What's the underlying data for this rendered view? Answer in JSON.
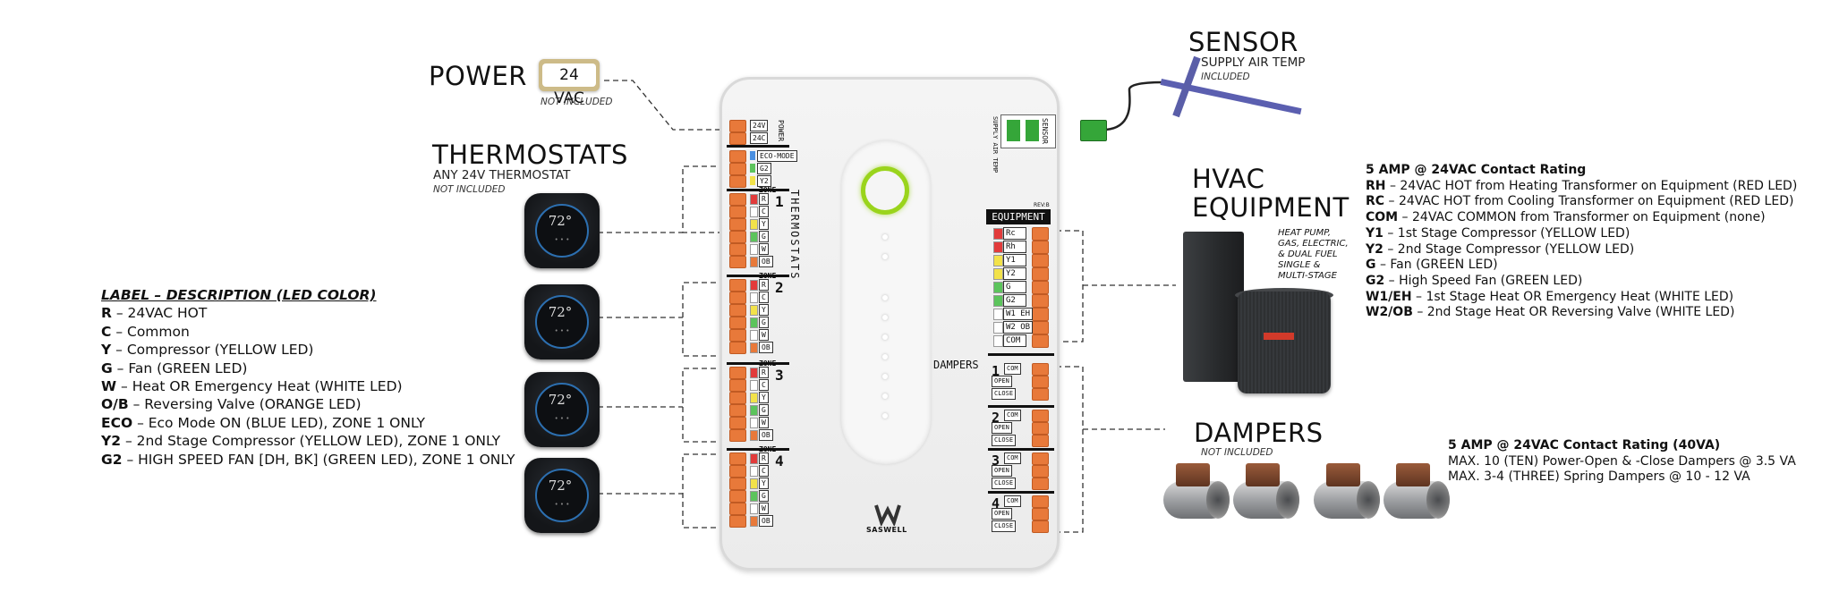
{
  "power": {
    "title": "POWER",
    "badge": "24 VAC",
    "note": "NOT INCLUDED"
  },
  "thermostats": {
    "title": "THERMOSTATS",
    "subtitle": "ANY 24V THERMOSTAT",
    "note": "NOT INCLUDED",
    "display_temp": "72°"
  },
  "sensor": {
    "title": "SENSOR",
    "subtitle": "SUPPLY AIR TEMP",
    "note": "INCLUDED",
    "board_label": "SUPPLY AIR TEMP",
    "board_label2": "SENSOR"
  },
  "hvac": {
    "title_line1": "HVAC",
    "title_line2": "EQUIPMENT",
    "desc_lines": [
      "HEAT PUMP,",
      "GAS, ELECTRIC,",
      "& DUAL FUEL",
      "SINGLE &",
      "MULTI-STAGE"
    ],
    "specs": [
      {
        "b": "5 AMP @ 24VAC Contact Rating",
        "t": ""
      },
      {
        "b": "RH",
        "t": " – 24VAC HOT from Heating Transformer on Equipment (RED LED)"
      },
      {
        "b": "RC",
        "t": " – 24VAC HOT from Cooling Transformer on Equipment (RED LED)"
      },
      {
        "b": "COM",
        "t": " – 24VAC COMMON from Transformer on Equipment (none)"
      },
      {
        "b": "Y1",
        "t": " – 1st Stage Compressor (YELLOW LED)"
      },
      {
        "b": "Y2",
        "t": " – 2nd Stage Compressor (YELLOW LED)"
      },
      {
        "b": "G",
        "t": " – Fan (GREEN LED)"
      },
      {
        "b": "G2",
        "t": " – High Speed Fan (GREEN LED)"
      },
      {
        "b": "W1/EH",
        "t": " – 1st Stage Heat OR Emergency Heat (WHITE LED)"
      },
      {
        "b": "W2/OB",
        "t": " – 2nd Stage Heat OR Reversing Valve (WHITE LED)"
      }
    ]
  },
  "dampers": {
    "title": "DAMPERS",
    "note": "NOT INCLUDED",
    "specs": [
      {
        "b": "5 AMP @ 24VAC Contact Rating (40VA)",
        "t": ""
      },
      {
        "b": "",
        "t": "MAX. 10 (TEN) Power-Open & -Close Dampers @ 3.5 VA"
      },
      {
        "b": "",
        "t": "MAX. 3-4 (THREE) Spring Dampers @ 10 - 12 VA"
      }
    ]
  },
  "legend": {
    "header": "LABEL – DESCRIPTION (LED COLOR)",
    "rows": [
      {
        "b": "R",
        "t": " – 24VAC HOT"
      },
      {
        "b": "C",
        "t": " – Common"
      },
      {
        "b": "Y",
        "t": " – Compressor (YELLOW LED)"
      },
      {
        "b": "G",
        "t": " – Fan (GREEN LED)"
      },
      {
        "b": "W",
        "t": " – Heat OR Emergency Heat (WHITE LED)"
      },
      {
        "b": "O/B",
        "t": " – Reversing Valve (ORANGE LED)"
      },
      {
        "b": "ECO",
        "t": " – Eco Mode ON (BLUE LED), ZONE 1 ONLY"
      },
      {
        "b": "Y2",
        "t": " – 2nd Stage Compressor (YELLOW LED), ZONE 1 ONLY"
      },
      {
        "b": "G2",
        "t": " – HIGH SPEED FAN [DH, BK] (GREEN LED), ZONE 1 ONLY"
      }
    ]
  },
  "board": {
    "brand": "SASWELL",
    "power_terms": [
      "24V",
      "24C"
    ],
    "power_side": "POWER",
    "eco_terms": [
      "ECO-MODE",
      "G2",
      "Y2"
    ],
    "thermostats_vertical": "THERMOSTATS",
    "zone_word": "ZONE",
    "zones": [
      "1",
      "2",
      "3",
      "4"
    ],
    "zone_terms": [
      "R",
      "C",
      "Y",
      "G",
      "W",
      "OB"
    ],
    "equipment_label": "EQUIPMENT",
    "equipment_tag": "REV:B",
    "equipment_terms": [
      "Rc",
      "Rh",
      "Y1",
      "Y2",
      "G",
      "G2",
      "W1 EH",
      "W2 OB",
      "COM"
    ],
    "dampers_label": "DAMPERS",
    "damper_zones": [
      "1",
      "2",
      "3",
      "4"
    ],
    "damper_terms": [
      "COM",
      "OPEN",
      "CLOSE"
    ]
  },
  "colors": {
    "terminal": "#e8793a",
    "ring": "#9ad41c",
    "red_led": "#e23b3b",
    "yellow_led": "#f2e24a",
    "green_led": "#5cc45c"
  }
}
